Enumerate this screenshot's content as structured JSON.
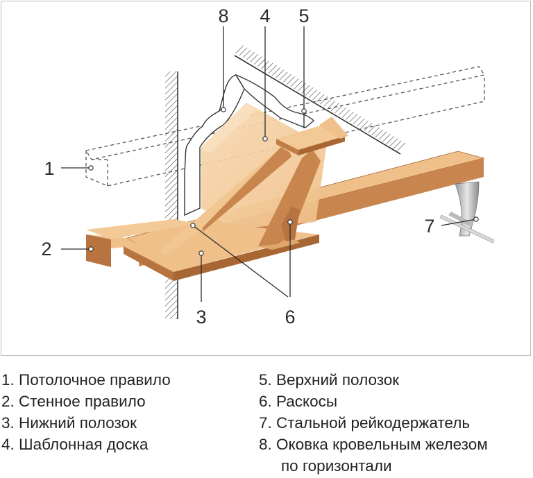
{
  "callouts": {
    "n1": "1",
    "n2": "2",
    "n3": "3",
    "n4": "4",
    "n5": "5",
    "n6": "6",
    "n7": "7",
    "n8": "8"
  },
  "legend": {
    "left": [
      "1. Потолочное правило",
      "2. Стенное правило",
      "3. Нижний полозок",
      "4. Шаблонная доска"
    ],
    "right": [
      "5. Верхний полозок",
      "6. Раскосы",
      "7. Стальной рейкодержатель",
      "8. Оковка кровельным железом",
      "по горизонтали"
    ]
  },
  "colors": {
    "wood_top": "#f0c08a",
    "wood_side": "#c27c45",
    "wood_dark": "#a86633",
    "template_board": "#f5cfa3",
    "frame_border": "#bcbcbc",
    "line": "#2a2a2a"
  }
}
